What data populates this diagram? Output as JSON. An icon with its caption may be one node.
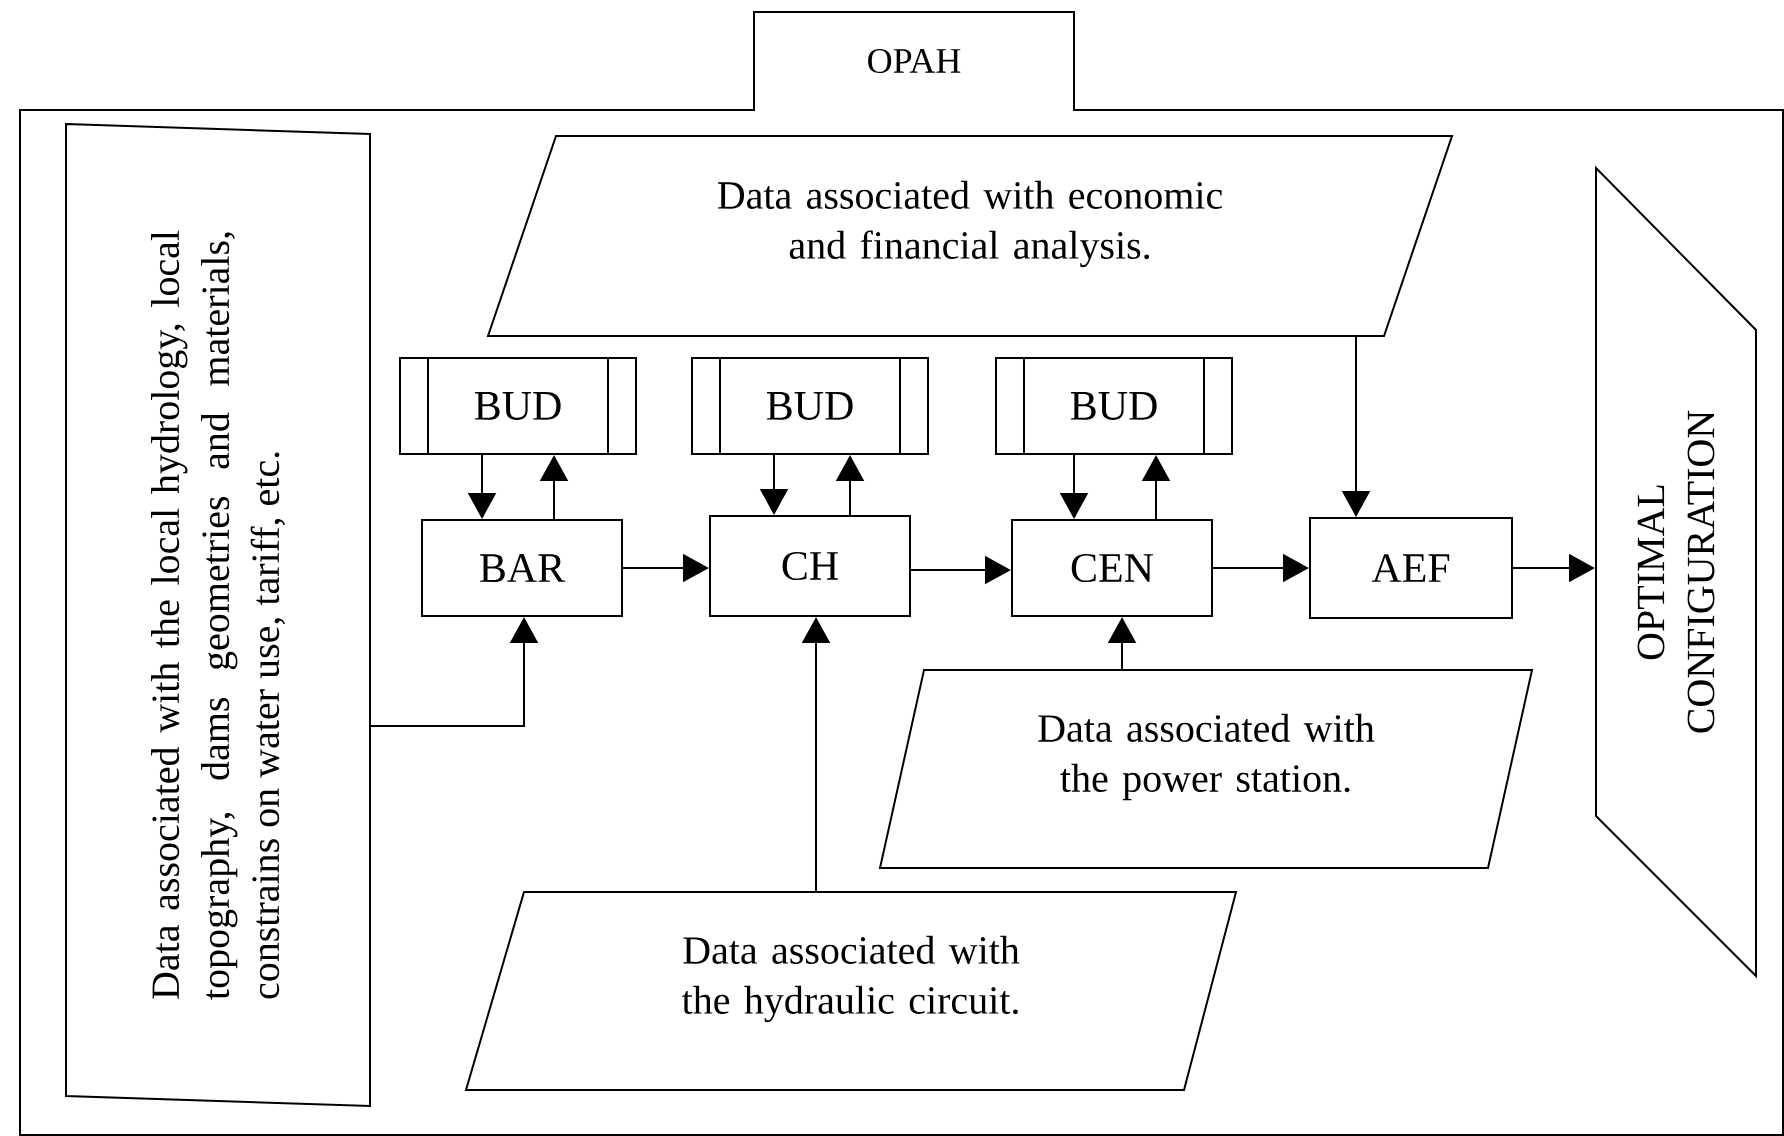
{
  "diagram": {
    "nodes": [
      {
        "text": [
          "OPAH"
        ]
      },
      {
        "text": [
          "Data associated with the local hydrology, local topography, dams geometries and materials, constrains on water use, tariff, etc."
        ],
        "in": 0
      },
      {
        "text": [
          "Data associated with economic and financial analysis."
        ],
        "in": 0
      },
      {
        "text": [
          "BUD"
        ],
        "in": 0
      },
      {
        "text": [
          "BUD"
        ],
        "in": 0
      },
      {
        "text": [
          "BUD"
        ],
        "in": 0
      },
      {
        "text": [
          "BAR"
        ],
        "in": 0
      },
      {
        "text": [
          "CH"
        ],
        "in": 0
      },
      {
        "text": [
          "CEN"
        ],
        "in": 0
      },
      {
        "text": [
          "AEF"
        ],
        "in": 0
      },
      {
        "text": [
          "OPTIMAL CONFIGURATION"
        ],
        "in": 0
      },
      {
        "text": [
          "Data associated with the power station."
        ],
        "in": 0
      },
      {
        "text": [
          "Data associated with the hydraulic circuit."
        ],
        "in": 0
      }
    ],
    "edges": [
      {
        "from": 3,
        "to": 6,
        "arrow": "to"
      },
      {
        "from": 6,
        "to": 3,
        "arrow": "to"
      },
      {
        "from": 4,
        "to": 7,
        "arrow": "to"
      },
      {
        "from": 7,
        "to": 4,
        "arrow": "to"
      },
      {
        "from": 5,
        "to": 8,
        "arrow": "to"
      },
      {
        "from": 8,
        "to": 5,
        "arrow": "to"
      },
      {
        "from": 1,
        "to": 6,
        "arrow": "to"
      },
      {
        "from": 6,
        "to": 7,
        "arrow": "to"
      },
      {
        "from": 12,
        "to": 7,
        "arrow": "to"
      },
      {
        "from": 7,
        "to": 8,
        "arrow": "to"
      },
      {
        "from": 11,
        "to": 8,
        "arrow": "to"
      },
      {
        "from": 8,
        "to": 9,
        "arrow": "to"
      },
      {
        "from": 2,
        "to": 9,
        "arrow": "to"
      },
      {
        "from": 9,
        "to": 10,
        "arrow": "to"
      }
    ]
  }
}
